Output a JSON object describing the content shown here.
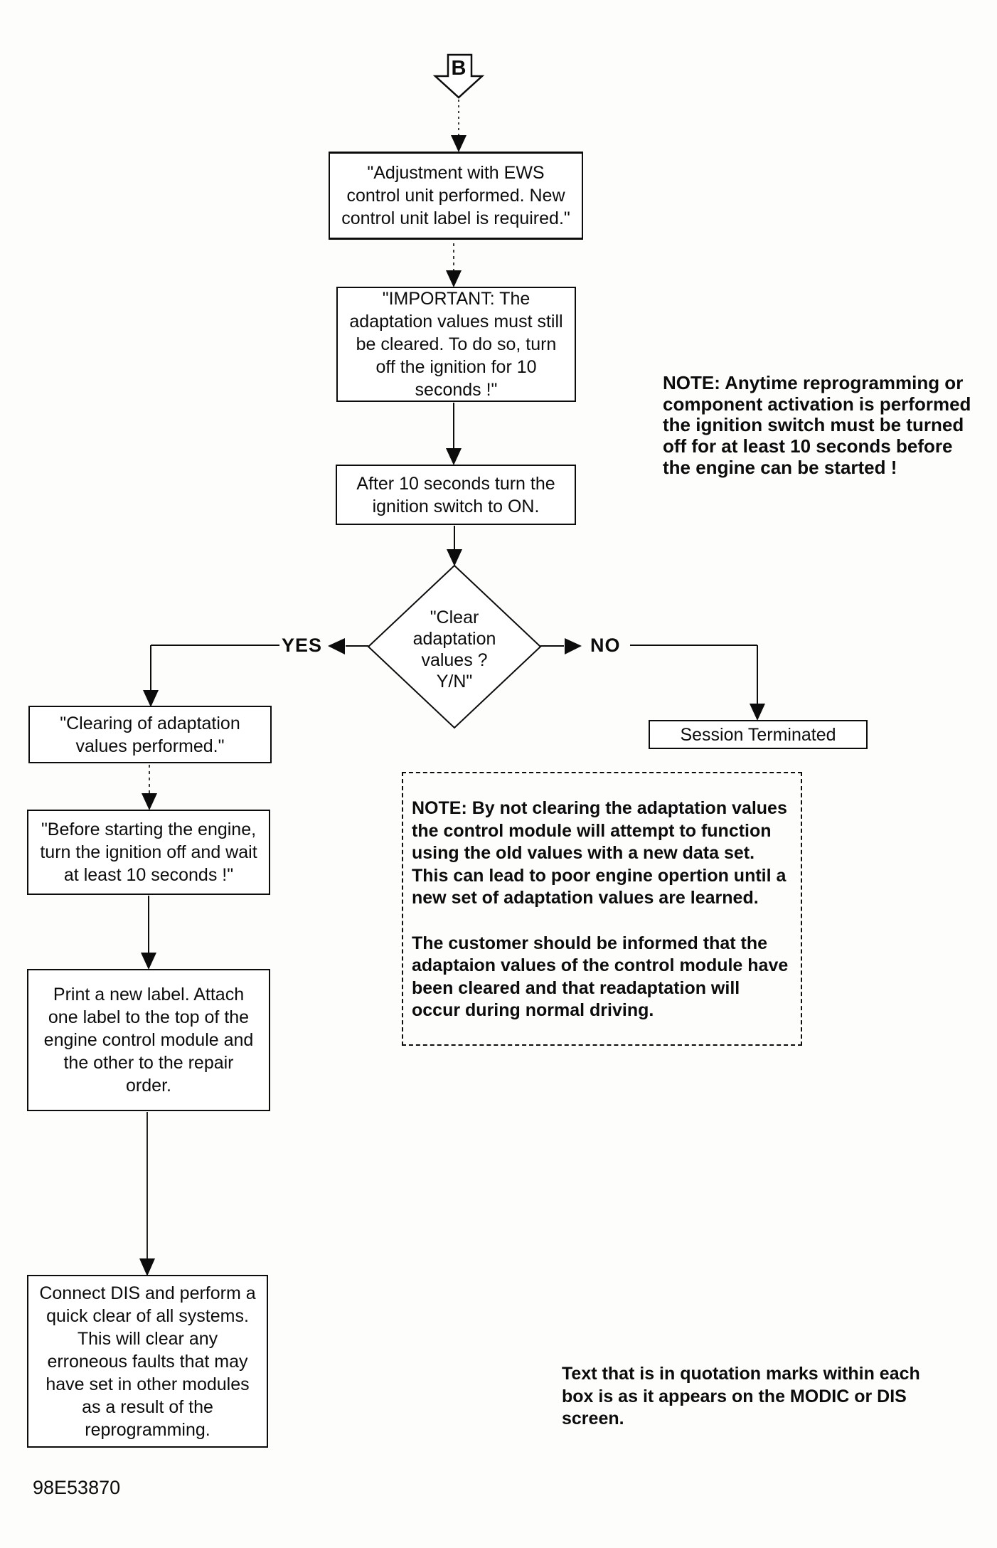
{
  "connector": {
    "label": "B"
  },
  "boxes": {
    "adjustment": "\"Adjustment with EWS\ncontrol unit performed.  New\ncontrol unit label is required.\"",
    "important": "\"IMPORTANT: The\nadaptation values must still\nbe cleared.  To do so, turn\noff the ignition for 10\nseconds !\"",
    "after10": "After 10 seconds turn the\nignition switch to ON.",
    "decision": "\"Clear\nadaptation\nvalues ?\nY/N\"",
    "clearing": "\"Clearing of adaptation\nvalues performed.\"",
    "before": "\"Before starting the engine,\nturn the ignition off and wait\nat least 10 seconds !\"",
    "print": "Print a new label.  Attach\none label to the top of the\nengine control module and\nthe other to the repair\norder.",
    "connect": "Connect DIS and perform a\nquick clear of all systems.\nThis will clear any\nerroneous faults that may\nhave set in other modules\nas a result of the\nreprogramming.",
    "session": "Session Terminated"
  },
  "branches": {
    "yes": "YES",
    "no": "NO"
  },
  "notes": {
    "ignition": "NOTE: Anytime reprogramming or\ncomponent activation is performed\nthe ignition switch must be turned\noff for at least 10 seconds before\nthe engine can be started !",
    "adaptation_p1": "NOTE: By not clearing the adaptation values\nthe control module will attempt to function\nusing the old values with a new data set.\nThis can lead to poor engine opertion until a\nnew set of adaptation values are learned.",
    "adaptation_p2": "The customer should be informed that the\nadaptaion values of the control module have\nbeen cleared and that readaptation will\noccur during normal driving.",
    "quotation": "Text that is in quotation marks within each\nbox is as it appears on the MODIC or DIS\nscreen."
  },
  "footer": {
    "doc_number": "98E53870"
  }
}
